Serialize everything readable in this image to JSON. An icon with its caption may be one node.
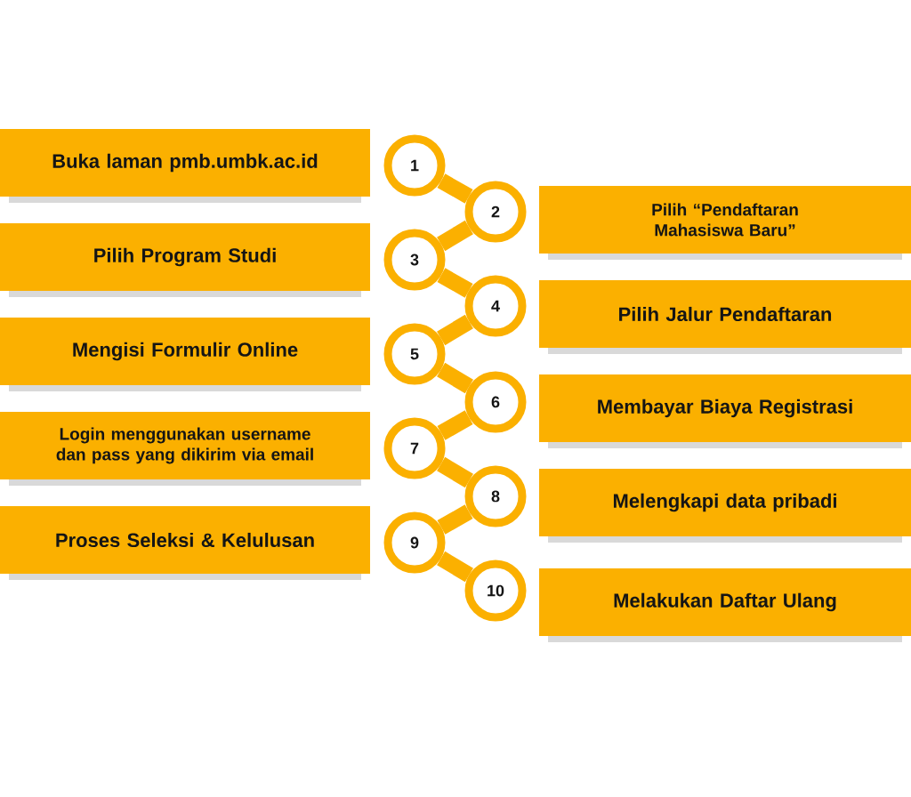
{
  "diagram": {
    "nodes": [
      {
        "text": [
          "Buka laman pmb.umbk.ac.id"
        ]
      },
      {
        "text": [
          "1"
        ]
      },
      {
        "text": [
          "Pilih “Pendaftaran Mahasiswa Baru”"
        ]
      },
      {
        "text": [
          "2"
        ]
      },
      {
        "text": [
          "Pilih Program Studi"
        ]
      },
      {
        "text": [
          "3"
        ]
      },
      {
        "text": [
          "Pilih Jalur Pendaftaran"
        ]
      },
      {
        "text": [
          "4"
        ]
      },
      {
        "text": [
          "Mengisi Formulir Online"
        ]
      },
      {
        "text": [
          "5"
        ]
      },
      {
        "text": [
          "Membayar Biaya Registrasi"
        ]
      },
      {
        "text": [
          "6"
        ]
      },
      {
        "text": [
          "Login menggunakan username dan pass yang dikirim via email"
        ]
      },
      {
        "text": [
          "7"
        ]
      },
      {
        "text": [
          "Melengkapi data pribadi"
        ]
      },
      {
        "text": [
          "8"
        ]
      },
      {
        "text": [
          "Proses Seleksi & Kelulusan"
        ]
      },
      {
        "text": [
          "9"
        ]
      },
      {
        "text": [
          "Melakukan Daftar Ulang"
        ]
      },
      {
        "text": [
          "10"
        ]
      }
    ],
    "edges": [
      {
        "from": 1,
        "to": 3,
        "arrow": "none"
      },
      {
        "from": 3,
        "to": 5,
        "arrow": "none"
      },
      {
        "from": 5,
        "to": 7,
        "arrow": "none"
      },
      {
        "from": 7,
        "to": 9,
        "arrow": "none"
      },
      {
        "from": 9,
        "to": 11,
        "arrow": "none"
      },
      {
        "from": 11,
        "to": 13,
        "arrow": "none"
      },
      {
        "from": 13,
        "to": 15,
        "arrow": "none"
      },
      {
        "from": 15,
        "to": 17,
        "arrow": "none"
      },
      {
        "from": 17,
        "to": 19,
        "arrow": "none"
      }
    ]
  }
}
